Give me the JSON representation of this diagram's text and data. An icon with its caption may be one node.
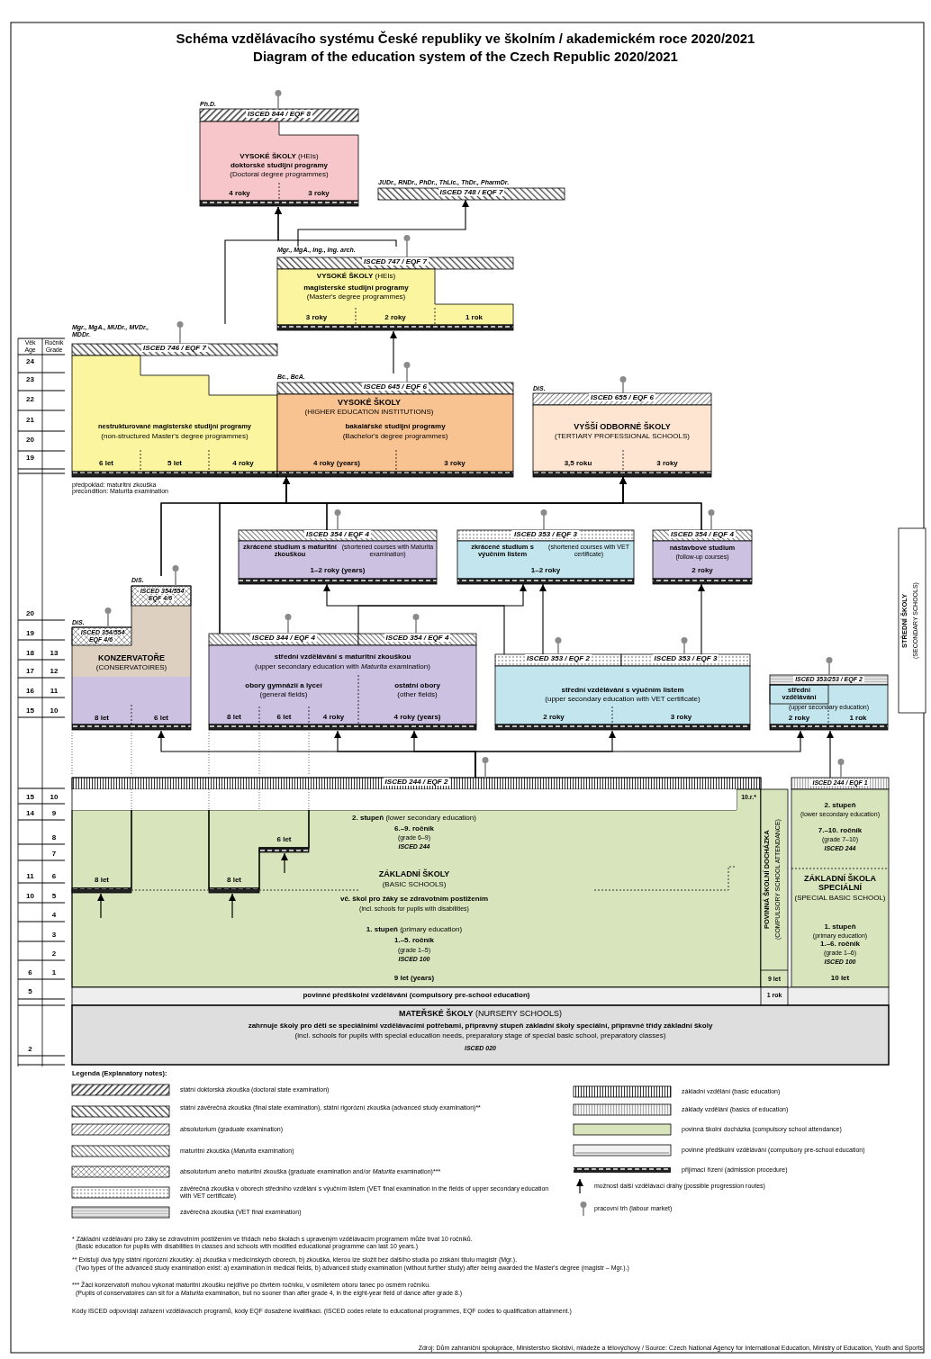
{
  "diagram": {
    "title": "Schéma vzdělávacího systému České republiky ve školním / akademickém roce 2020/2021",
    "nodes": [
      {
        "text": [
          "Ph.D.",
          "ISCED 844 / EQF 8",
          "**VYSOKÉ ŠKOLY** (HEIs)",
          "doktorské studijní programy",
          "(Doctoral degree programmes)",
          "4 roky",
          "3 roky"
        ]
      },
      {
        "text": [
          "JUDr., RNDr., PhDr., ThLic., ThDr., PharmDr.",
          "ISCED 748 / EQF 7"
        ]
      },
      {
        "text": [
          "Mgr., MgA., Ing., Ing. arch.",
          "ISCED 747 / EQF 7",
          "**VYSOKÉ ŠKOLY** (HEIs)",
          "magisterské studijní programy",
          "(Master's degree programmes)",
          "3 roky",
          "2 roky",
          "1 rok"
        ]
      },
      {
        "text": [
          "Mgr., MgA., MUDr., MVDr., MDDr.",
          "ISCED 746 / EQF 7",
          "nestrukturované magisterské studijní programy",
          "(non-structured Master's degree programmes)",
          "6 let",
          "5 let",
          "4 roky"
        ]
      },
      {
        "text": [
          "Bc., BcA.",
          "ISCED 645 / EQF 6",
          "bakalářské studijní programy",
          "(Bachelor's degree programmes)",
          "4 roky (years)",
          "3 roky"
        ]
      },
      {
        "text": [
          "DiS.",
          "ISCED 655 / EQF 6",
          "VYŠŠÍ ODBORNÉ ŠKOLY",
          "(TERTIARY PROFESSIONAL SCHOOLS)",
          "3,5 roku",
          "3 roky"
        ]
      },
      {
        "text": [
          "ISCED 354 / EQF 4",
          "zkrácené studium s maturitní zkouškou",
          "(shortened courses with Maturita examination)",
          "1–2 roky (years)"
        ]
      },
      {
        "text": [
          "ISCED 353 / EQF 3",
          "zkrácené studium s výučním listem",
          "(shortened courses with VET certificate)",
          "1–2 roky"
        ]
      },
      {
        "text": [
          "ISCED 354 / EQF 4",
          "nástavbové studium",
          "(follow-up courses)",
          "2 roky"
        ]
      },
      {
        "text": [
          "DiS.",
          "ISCED 354/554 EQF 4/6",
          "DiS.",
          "ISCED 354/554 EQF 4/6",
          "KONZERVATOŘE",
          "(CONSERVATOIRES)",
          "8 let",
          "6 let"
        ]
      },
      {
        "text": [
          "ISCED 344 / EQF 4",
          "ISCED 354 / EQF 4",
          "střední vzdělávání s maturitní zkouškou",
          "(upper secondary education with *Maturita* examination)",
          "obory gymnázií a lyceí",
          "(general fields)",
          "ostatní obory",
          "(other fields)",
          "8 let",
          "6 let",
          "4 roky",
          "4 roky (years)"
        ]
      },
      {
        "text": [
          "ISCED 353 / EQF 2",
          "ISCED 353 / EQF 3",
          "střední vzdělávání s výučním listem",
          "(upper secondary education with VET certificate)",
          "2 roky",
          "3 roky"
        ]
      },
      {
        "text": [
          "ISCED 353/253 / EQF 2",
          "střední vzdělávání",
          "(upper secondary education)",
          "2 roky",
          "1 rok"
        ]
      },
      {
        "text": [
          "STŘEDNÍ ŠKOLY",
          "(SECONDARY SCHOOLS)"
        ]
      },
      {
        "text": [
          "ISCED 244 / EQF 2",
          "10.r.*",
          "**2. stupeň** (lower secondary education)",
          "6.–9. ročník",
          "(grade 6–9)",
          "ISCED 244",
          "8 let",
          "8 let",
          "6 let",
          "ZÁKLADNÍ ŠKOLY",
          "(BASIC SCHOOLS)",
          "vč. škol pro žáky se zdravotním postižením",
          "(incl. schools for pupils with disabilities)",
          "**1. stupeň** (primary education)",
          "1.–5. ročník",
          "(grade 1–5)",
          "ISCED 100",
          "9 let (years)"
        ]
      },
      {
        "text": [
          "POVINNÁ ŠKOLNÍ DOCHÁZKA",
          "(COMPULSORY SCHOOL ATTENDANCE)",
          "9 let"
        ]
      },
      {
        "text": [
          "ISCED 244 / EQF 1",
          "2. stupeň",
          "(lower secondary education)",
          "7.–10. ročník",
          "(grade 7–10)",
          "ISCED 244",
          "ZÁKLADNÍ ŠKOLA SPECIÁLNÍ",
          "(SPECIAL BASIC SCHOOL)",
          "1. stupeň",
          "(primary education)",
          "1.–6. ročník",
          "(grade 1–6)",
          "ISCED 100",
          "10 let"
        ]
      },
      {
        "text": [
          "povinné předškolní vzdělávání (compulsory pre-school education)",
          "1 rok"
        ]
      },
      {
        "text": [
          "**MATEŘSKÉ ŠKOLY** (NURSERY SCHOOLS)",
          "zahrnuje školy pro děti se speciálními vzdělávacími potřebami, přípravný stupeň základní školy speciální, přípravné třídy základní školy",
          "(incl. schools for pupils with special education needs, preparatory stage of special basic school, preparatory classes)",
          "ISCED 020"
        ]
      }
    ],
    "edges": [
      {
        "from": 3,
        "to": 0,
        "arrow": "to"
      },
      {
        "from": 2,
        "to": 0,
        "arrow": "to"
      },
      {
        "from": 2,
        "to": 1,
        "arrow": "to"
      },
      {
        "from": 4,
        "to": 2,
        "arrow": "to"
      },
      {
        "from": 9,
        "to": 4,
        "arrow": "to"
      },
      {
        "from": 9,
        "to": 5,
        "arrow": "to"
      },
      {
        "from": 10,
        "to": 4,
        "arrow": "to"
      },
      {
        "from": 10,
        "to": 5,
        "arrow": "to"
      },
      {
        "from": 6,
        "to": 4,
        "arrow": "to"
      },
      {
        "from": 6,
        "to": 5,
        "arrow": "to"
      },
      {
        "from": 8,
        "to": 4,
        "arrow": "to"
      },
      {
        "from": 8,
        "to": 5,
        "arrow": "to"
      },
      {
        "from": 11,
        "to": 6,
        "arrow": "to"
      },
      {
        "from": 11,
        "to": 7,
        "arrow": "to"
      },
      {
        "from": 11,
        "to": 8,
        "arrow": "to"
      },
      {
        "from": 10,
        "to": 7,
        "arrow": "to"
      },
      {
        "from": 14,
        "to": 9,
        "arrow": "to"
      },
      {
        "from": 14,
        "to": 10,
        "arrow": "to"
      },
      {
        "from": 14,
        "to": 10,
        "arrow": "to"
      },
      {
        "from": 14,
        "to": 11,
        "arrow": "to"
      },
      {
        "from": 14,
        "to": 12,
        "arrow": "to"
      },
      {
        "from": 16,
        "to": 12,
        "arrow": "to"
      }
    ],
    "labels": [
      "Diagram of the education system of the Czech Republic 2020/2021",
      "Věk",
      "Age",
      "Ročník",
      "Grade",
      "24",
      "23",
      "22",
      "21",
      "20",
      "19",
      "VYSOKÉ ŠKOLY",
      "(HIGHER EDUCATION INSTITUTIONS)",
      "předpoklad: maturitní zkouška",
      "precondition: Maturita examination",
      "20",
      "19",
      "18",
      "13",
      "17",
      "12",
      "16",
      "11",
      "15",
      "10",
      "15",
      "10",
      "14",
      "9",
      "8",
      "7",
      "11",
      "6",
      "10",
      "5",
      "4",
      "3",
      "2",
      "6",
      "1",
      "5",
      "2",
      "Legenda (Explanatory notes):",
      "* Základní vzdělávání pro žáky se zdravotním postižením ve třídách nebo školách s upraveným vzdělávacím programem může trvat 10 ročníků.",
      "(Basic education for pupils with disabilities in classes and schools with modified educational programme can last 10 years.)",
      "** Existují dva typy státní rigorózní zkoušky: a) zkouška v medicínských oborech, b) zkouška, kterou lze složit bez dalšího studia po získání titulu magistr (Mgr.).",
      "(Two types of the advanced study examination exist: a) examination in medical fields, b) advanced study examination (without further study) after being awarded the Master's degree (magistr – Mgr.).)",
      "*** Žáci konzervatoří mohou vykonat maturitní zkoušku nejdříve po čtvrtém ročníku, v osmiletém oboru tanec po osmém ročníku.",
      "(Pupils of conservatoires can sit for a *Maturita* examination, but no sooner than after grade 4, in the eight-year field of dance after grade 8.)",
      "Kódy ISCED odpovídají zařazení vzdělávacích programů, kódy EQF dosažené kvalifikaci. (ISCED codes relate to educational programmes, EQF codes to qualification attainment.)",
      "Zdroj: Dům zahraniční spolupráce, Ministerstvo školství, mládeže a tělovýchovy / Source: Czech National Agency for International Education, Ministry of Education, Youth and Sports"
    ],
    "legend": [
      {
        "text": "státní doktorská zkouška (doctoral state examination)"
      },
      {
        "text": "státní závěrečná zkouška (final state examination), státní rigorózní zkouška (advanced study examination)**"
      },
      {
        "text": "absolutorium (graduate examination)"
      },
      {
        "text": "maturitní zkouška (*Maturita* examination)"
      },
      {
        "text": "absolutorium anebo maturitní zkouška (graduate examination and/or *Maturita* examination)***"
      },
      {
        "text": "závěrečná zkouška v oborech středního vzdělání s výučním listem (VET final examination in the fields of upper secondary education with VET certificate)"
      },
      {
        "text": "závěrečná zkouška (VET final examination)"
      },
      {
        "text": "základní vzdělání (basic education)"
      },
      {
        "text": "základy vzdělání (basics of education)"
      },
      {
        "text": "povinná školní docházka (compulsory school attendance)",
        "color": "#d8e4bc"
      },
      {
        "text": "povinné předškolní vzdělávání (compulsory pre-school education)"
      },
      {
        "text": "přijímací řízení (admission procedure)"
      },
      {
        "text": "možnost další vzdělávací dráhy (possible progression routes)"
      },
      {
        "text": "pracovní trh (labour market)"
      }
    ]
  }
}
